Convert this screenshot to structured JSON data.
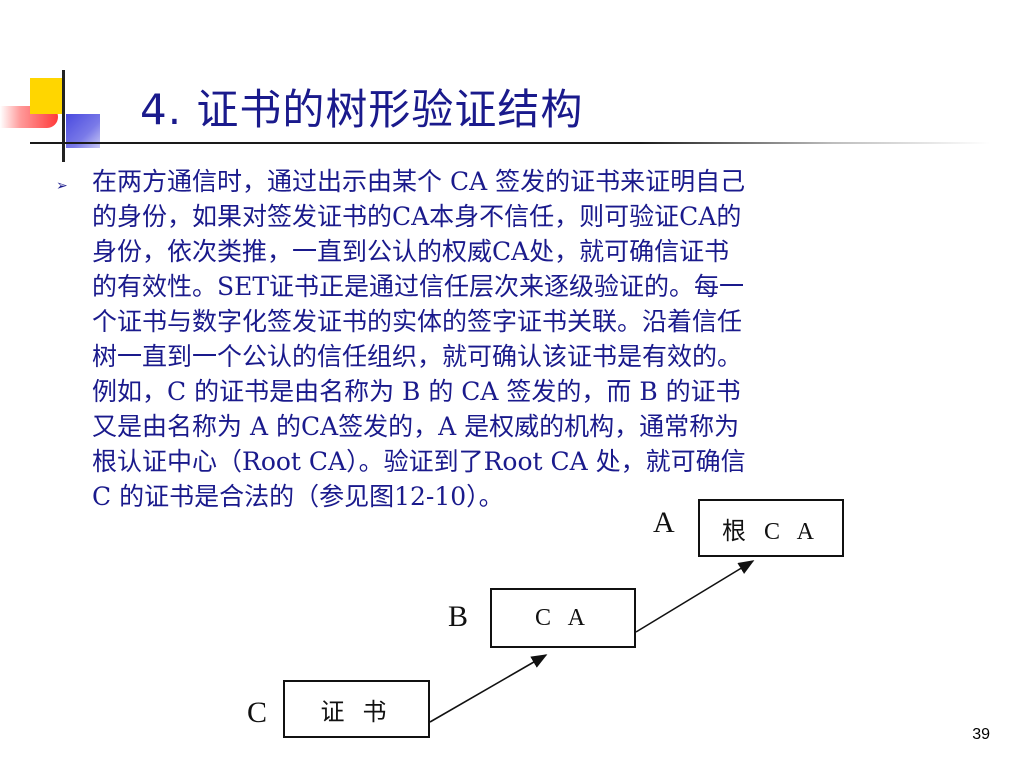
{
  "slide": {
    "title": "4. 证书的树形验证结构",
    "bullet_glyph": "➢",
    "body_lines": [
      "在两方通信时，通过出示由某个 CA 签发的证书来证明自己",
      "的身份，如果对签发证书的CA本身不信任，则可验证CA的",
      "身份，依次类推，一直到公认的权威CA处，就可确信证书",
      "的有效性。SET证书正是通过信任层次来逐级验证的。每一",
      "个证书与数字化签发证书的实体的签字证书关联。沿着信任",
      "树一直到一个公认的信任组织，就可确认该证书是有效的。",
      "例如，C 的证书是由名称为 B 的 CA 签发的，而 B 的证书",
      "又是由名称为 A 的CA签发的，A  是权威的机构，通常称为",
      "根认证中心（Root CA）。验证到了Root CA 处，就可确信",
      "C 的证书是合法的（参见图12-10）。"
    ],
    "page_number": "39"
  },
  "diagram": {
    "nodes": [
      {
        "label": "A",
        "box_text": "根 C A"
      },
      {
        "label": "B",
        "box_text": "C A"
      },
      {
        "label": "C",
        "box_text": "证 书"
      }
    ]
  },
  "colors": {
    "text_blue": "#1a1a8c",
    "deco_yellow": "#ffd600",
    "deco_blue": "#4a4adf",
    "deco_red": "#ff3a3a"
  }
}
